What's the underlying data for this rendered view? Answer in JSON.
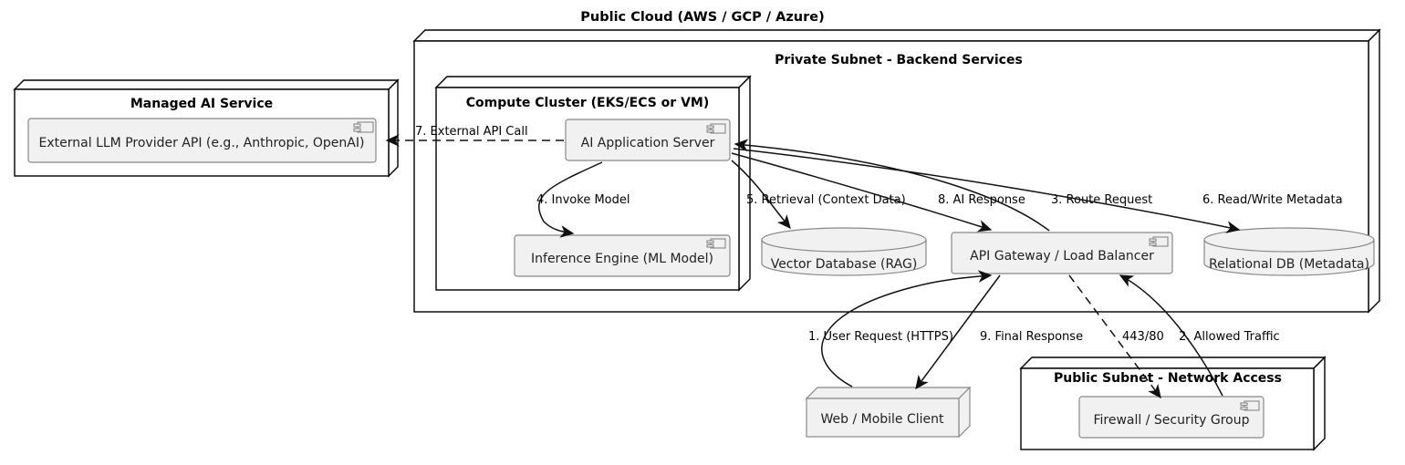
{
  "diagram": {
    "title": "Public Cloud (AWS / GCP / Azure)",
    "type": "uml-deployment-diagram"
  },
  "nodes": {
    "managed_ai_service": {
      "label": "Managed AI Service"
    },
    "private_subnet": {
      "label": "Private Subnet - Backend Services"
    },
    "compute_cluster": {
      "label": "Compute Cluster (EKS/ECS or VM)"
    },
    "public_subnet": {
      "label": "Public Subnet - Network Access"
    },
    "web_mobile_client": {
      "label": "Web / Mobile Client"
    }
  },
  "components": {
    "external_llm": {
      "label": "External LLM Provider API (e.g., Anthropic, OpenAI)",
      "icon": "component-icon"
    },
    "ai_app_server": {
      "label": "AI Application Server",
      "icon": "component-icon"
    },
    "inference_engine": {
      "label": "Inference Engine (ML Model)",
      "icon": "component-icon"
    },
    "api_gateway": {
      "label": "API Gateway / Load Balancer",
      "icon": "component-icon"
    },
    "firewall": {
      "label": "Firewall / Security Group",
      "icon": "component-icon"
    }
  },
  "databases": {
    "vector_db": {
      "label": "Vector Database (RAG)",
      "shape": "cylinder"
    },
    "relational_db": {
      "label": "Relational DB (Metadata)",
      "shape": "cylinder"
    }
  },
  "edges": [
    {
      "id": 1,
      "label": "1. User Request (HTTPS)",
      "from": "web_mobile_client",
      "to": "api_gateway",
      "style": "solid"
    },
    {
      "id": 2,
      "label": "2. Allowed Traffic",
      "from": "firewall",
      "to": "api_gateway",
      "style": "solid"
    },
    {
      "id": 3,
      "label": "3. Route Request",
      "from": "api_gateway",
      "to": "ai_app_server",
      "style": "solid"
    },
    {
      "id": 4,
      "label": "4. Invoke Model",
      "from": "ai_app_server",
      "to": "inference_engine",
      "style": "solid"
    },
    {
      "id": 5,
      "label": "5. Retrieval (Context Data)",
      "from": "ai_app_server",
      "to": "vector_db",
      "style": "solid"
    },
    {
      "id": 6,
      "label": "6. Read/Write Metadata",
      "from": "ai_app_server",
      "to": "relational_db",
      "style": "solid"
    },
    {
      "id": 7,
      "label": "7. External API Call",
      "from": "ai_app_server",
      "to": "external_llm",
      "style": "dashed"
    },
    {
      "id": 8,
      "label": "8. AI Response",
      "from": "ai_app_server",
      "to": "api_gateway",
      "style": "solid"
    },
    {
      "id": 9,
      "label": "9. Final Response",
      "from": "api_gateway",
      "to": "web_mobile_client",
      "style": "solid"
    },
    {
      "id": 10,
      "label": "443/80",
      "from": "api_gateway",
      "to": "firewall",
      "style": "dashed"
    }
  ],
  "colors": {
    "background": "#ffffff",
    "node_fill": "#ffffff",
    "component_fill": "#f1f1f1",
    "stroke": "#000000",
    "component_stroke": "#888888"
  }
}
